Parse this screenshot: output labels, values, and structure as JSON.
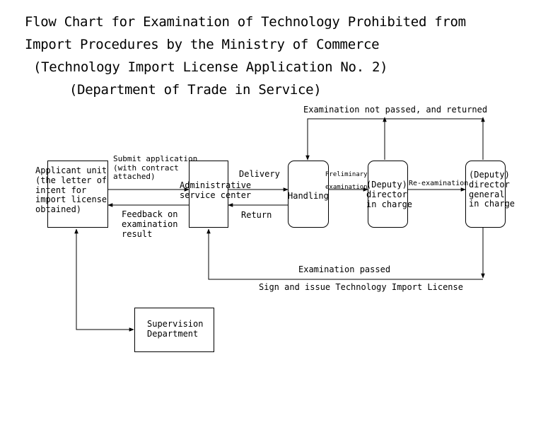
{
  "title": {
    "line1": "Flow Chart for Examination of Technology Prohibited from",
    "line2": "Import Procedures by the Ministry of Commerce",
    "line3": "(Technology Import License Application No. 2)",
    "line4": "(Department of Trade in Service)"
  },
  "nodes": {
    "applicant": "Applicant unit\n(the letter of\nintent for\nimport license\nobtained)",
    "admin_center": "Administrative\nservice center",
    "handling": "Handling",
    "director": "(Deputy)\ndirector\nin charge",
    "director_general": "(Deputy)\ndirector\ngeneral\nin charge",
    "supervision": "Supervision\nDepartment"
  },
  "edges": {
    "submit_application": "Submit application\n(with contract\nattached)",
    "feedback": "Feedback on\nexamination\nresult",
    "delivery": "Delivery",
    "return": "Return",
    "preliminary_examination": "Preliminary\nexamination",
    "re_examination": "Re-examination",
    "not_passed": "Examination not passed, and returned",
    "passed": "Examination passed",
    "sign_issue": "Sign and issue Technology Import License"
  }
}
